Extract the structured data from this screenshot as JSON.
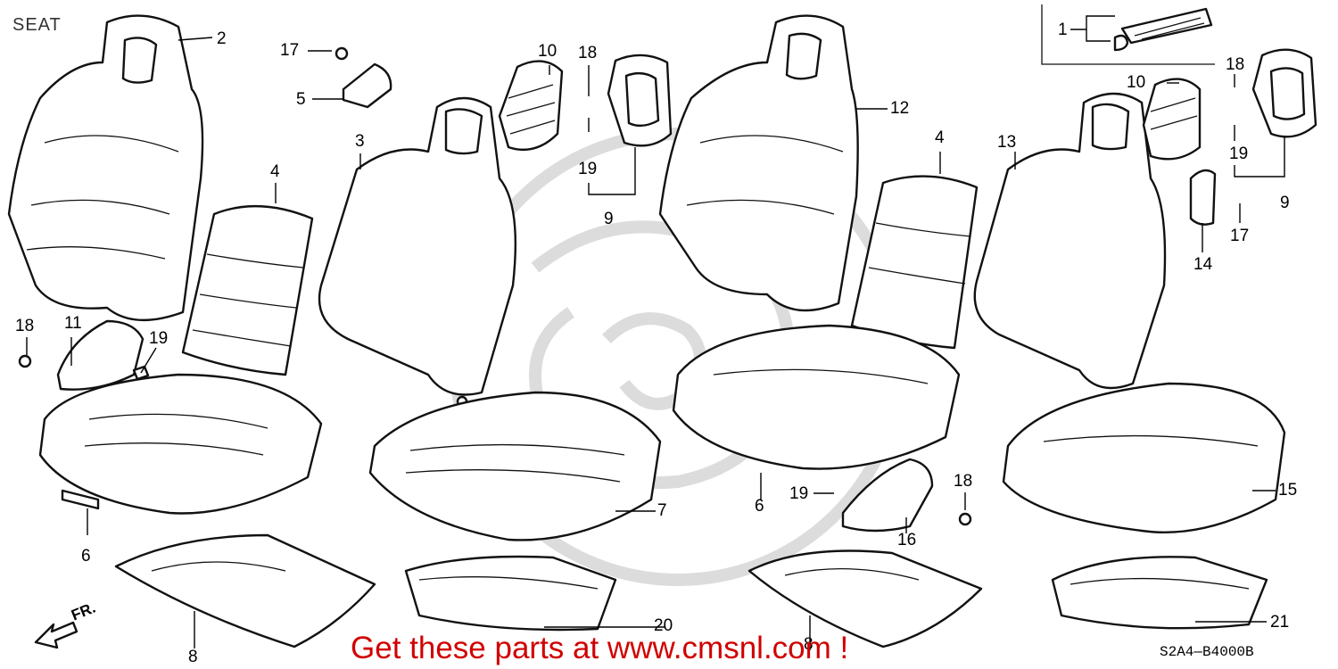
{
  "title": "SEAT",
  "promo_text": "Get these parts at www.cmsnl.com !",
  "diagram_code": "S2A4—B4000B",
  "front_label": "FR.",
  "colors": {
    "line": "#111111",
    "promo": "#d10000",
    "watermark": "#dcdcdc"
  },
  "callouts": [
    {
      "id": "c1",
      "text": "1"
    },
    {
      "id": "c2",
      "text": "2"
    },
    {
      "id": "c3",
      "text": "3"
    },
    {
      "id": "c4a",
      "text": "4"
    },
    {
      "id": "c4b",
      "text": "4"
    },
    {
      "id": "c5",
      "text": "5"
    },
    {
      "id": "c6a",
      "text": "6"
    },
    {
      "id": "c6b",
      "text": "6"
    },
    {
      "id": "c7",
      "text": "7"
    },
    {
      "id": "c8a",
      "text": "8"
    },
    {
      "id": "c8b",
      "text": "8"
    },
    {
      "id": "c9a",
      "text": "9"
    },
    {
      "id": "c9b",
      "text": "9"
    },
    {
      "id": "c10a",
      "text": "10"
    },
    {
      "id": "c10b",
      "text": "10"
    },
    {
      "id": "c11",
      "text": "11"
    },
    {
      "id": "c12",
      "text": "12"
    },
    {
      "id": "c13",
      "text": "13"
    },
    {
      "id": "c14",
      "text": "14"
    },
    {
      "id": "c15",
      "text": "15"
    },
    {
      "id": "c16",
      "text": "16"
    },
    {
      "id": "c17a",
      "text": "17"
    },
    {
      "id": "c17b",
      "text": "17"
    },
    {
      "id": "c18a",
      "text": "18"
    },
    {
      "id": "c18b",
      "text": "18"
    },
    {
      "id": "c18c",
      "text": "18"
    },
    {
      "id": "c18d",
      "text": "18"
    },
    {
      "id": "c19a",
      "text": "19"
    },
    {
      "id": "c19b",
      "text": "19"
    },
    {
      "id": "c19c",
      "text": "19"
    },
    {
      "id": "c19d",
      "text": "19"
    },
    {
      "id": "c20",
      "text": "20"
    },
    {
      "id": "c21",
      "text": "21"
    }
  ]
}
